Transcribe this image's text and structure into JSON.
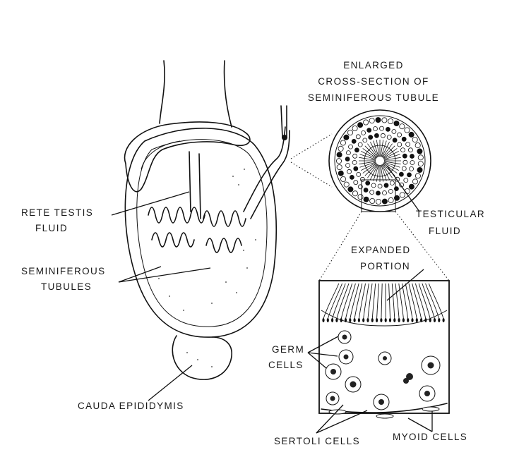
{
  "labels": {
    "enlarged_line1": "ENLARGED",
    "enlarged_line2": "CROSS-SECTION OF",
    "enlarged_line3": "SEMINIFEROUS TUBULE",
    "rete_line1": "RETE TESTIS",
    "rete_line2": "FLUID",
    "testicular_line1": "TESTICULAR",
    "testicular_line2": "FLUID",
    "expanded_line1": "EXPANDED",
    "expanded_line2": "PORTION",
    "semi_line1": "SEMINIFEROUS",
    "semi_line2": "TUBULES",
    "germ_line1": "GERM",
    "germ_line2": "CELLS",
    "cauda": "CAUDA EPIDIDYMIS",
    "sertoli": "SERTOLI CELLS",
    "myoid": "MYOID CELLS"
  },
  "colors": {
    "ink": "#111111",
    "paper": "#ffffff"
  }
}
